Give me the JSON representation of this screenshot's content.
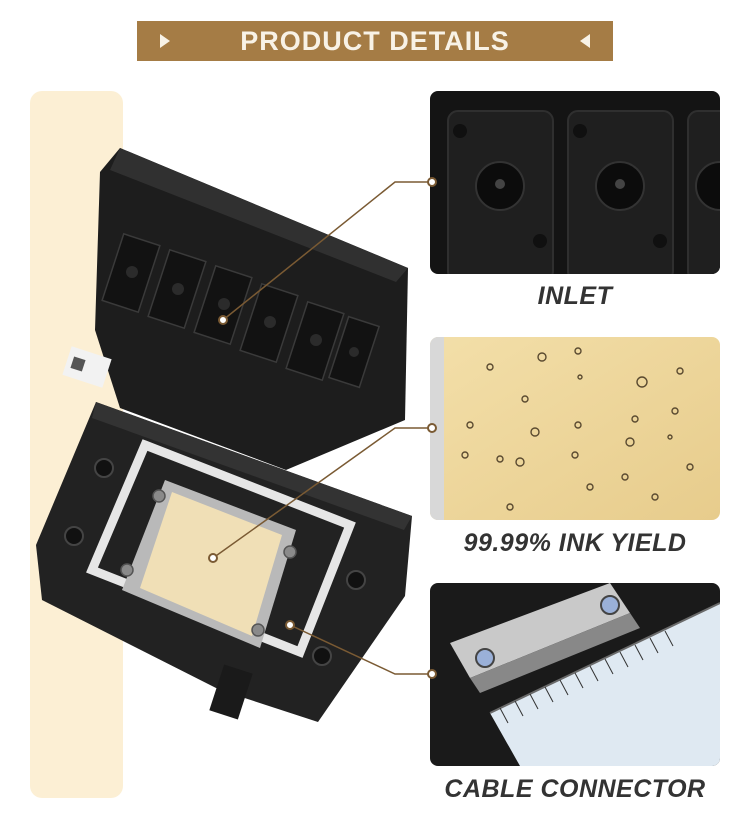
{
  "header": {
    "title": "PRODUCT DETAILS"
  },
  "details": [
    {
      "caption": "INLET"
    },
    {
      "caption": "99.99% INK YIELD"
    },
    {
      "caption": "CABLE CONNECTOR"
    }
  ],
  "colors": {
    "banner": "#a57c45",
    "banner_text": "#f8f2e6",
    "cream": "#fcefd4",
    "callout_line": "#7a5a33",
    "caption_text": "#333333"
  },
  "icons": [
    "play-right-icon",
    "play-left-icon"
  ]
}
